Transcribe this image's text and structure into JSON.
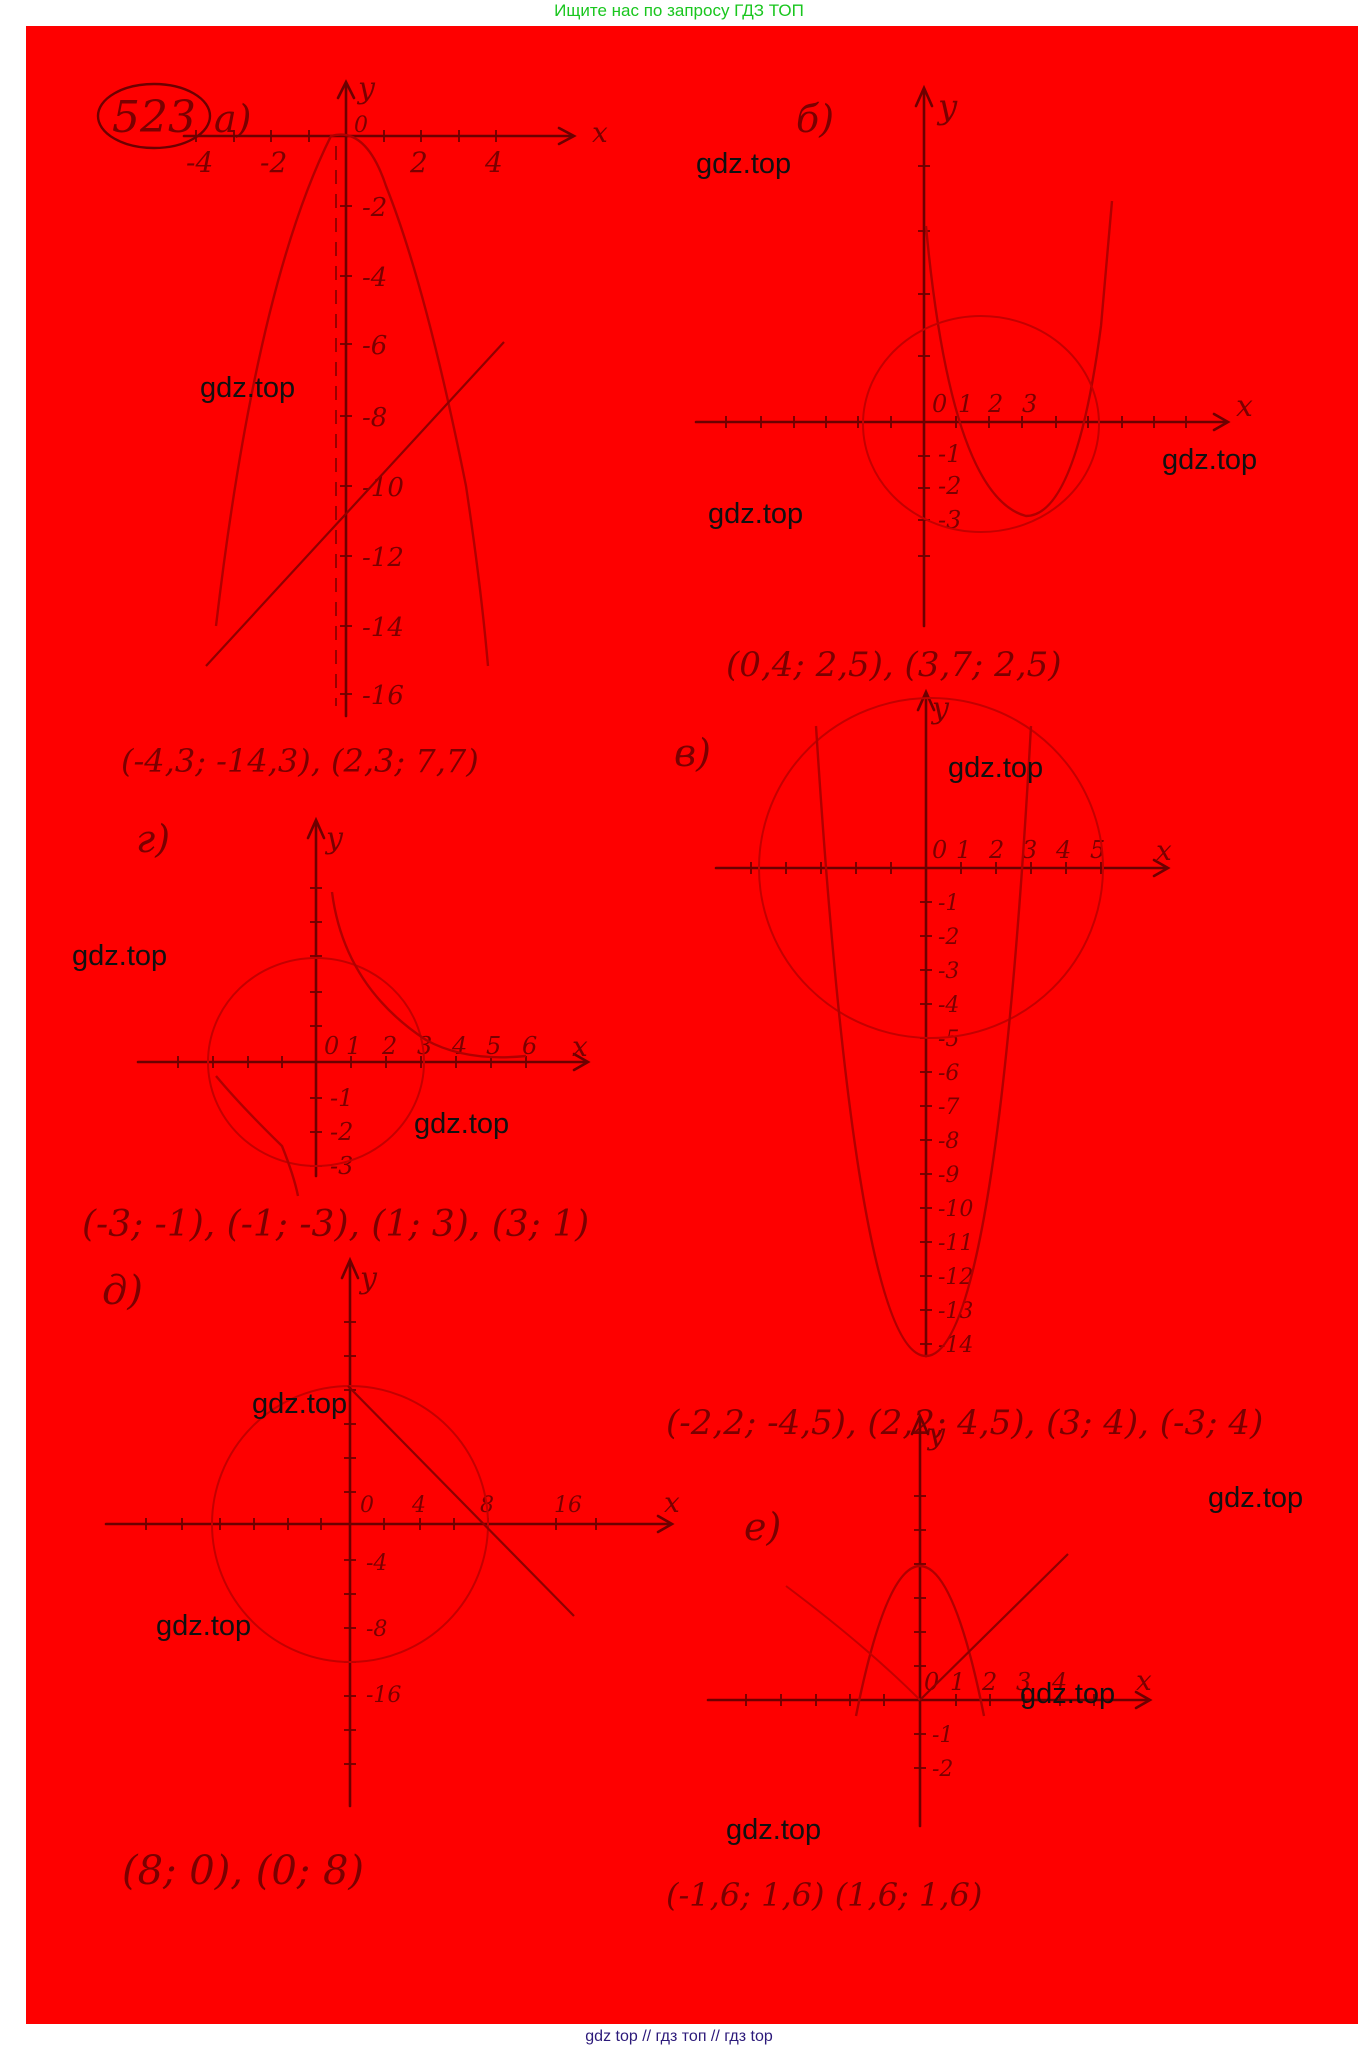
{
  "header": {
    "text": "Ищите нас по запросу ГДЗ ТОП"
  },
  "footer": {
    "text": "gdz top  //  гдз топ  //  гдз top"
  },
  "problem_number": "523",
  "watermark": "gdz.top",
  "parts": {
    "a": {
      "label": "а)",
      "x_ticks": [
        "-4",
        "-2",
        "2",
        "4"
      ],
      "y_ticks": [
        "-2",
        "-4",
        "-6",
        "-8",
        "-10",
        "-12",
        "-14",
        "-16"
      ],
      "answer": "(-4,3; -14,3), (2,3; 7,7)"
    },
    "b": {
      "label": "б)",
      "x_ticks": [
        "0",
        "1",
        "2",
        "3"
      ],
      "y_ticks": [
        "-1",
        "-2",
        "-3"
      ],
      "answer": "(0,4; 2,5), (3,7; 2,5)"
    },
    "v": {
      "label": "в)",
      "x_ticks": [
        "0",
        "1",
        "2",
        "3",
        "4",
        "5"
      ],
      "y_ticks": [
        "-1",
        "-2",
        "-3",
        "-4",
        "-5",
        "-6",
        "-7",
        "-8",
        "-9",
        "-10",
        "-11",
        "-12",
        "-13",
        "-14"
      ],
      "answer": "(-2,2; -4,5), (2,2; 4,5), (3; 4), (-3; 4)"
    },
    "g": {
      "label": "г)",
      "x_ticks": [
        "0",
        "1",
        "2",
        "3",
        "4",
        "5",
        "6"
      ],
      "y_ticks": [
        "-1",
        "-2",
        "-3"
      ],
      "answer": "(-3; -1), (-1; -3), (1; 3), (3; 1)"
    },
    "d": {
      "label": "д)",
      "x_ticks": [
        "0",
        "4",
        "8",
        "16"
      ],
      "y_ticks": [
        "-4",
        "-8",
        "-16"
      ],
      "answer": "(8; 0), (0; 8)"
    },
    "e": {
      "label": "е)",
      "x_ticks": [
        "0",
        "1",
        "2",
        "3",
        "4"
      ],
      "y_ticks": [
        "-1",
        "-2"
      ],
      "answer": "(-1,6; 1,6) (1,6; 1,6)"
    }
  },
  "axis_labels": {
    "x": "x",
    "y": "y"
  }
}
